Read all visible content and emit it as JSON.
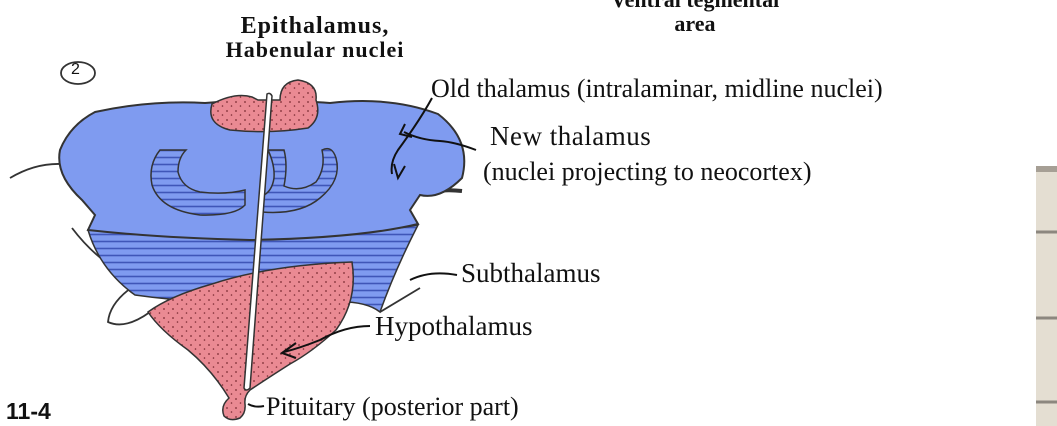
{
  "header_left": {
    "line1": "Epithalamus,",
    "line2": "Habenular nuclei"
  },
  "header_right": {
    "line1": "Ventral tegmental",
    "line2": "area"
  },
  "panel_marker": "2",
  "labels": {
    "old_thalamus": "Old thalamus (intralaminar, midline nuclei)",
    "new_thalamus": "New thalamus",
    "new_thalamus_note": "(nuclei projecting to neocortex)",
    "subthalamus": "Subthalamus",
    "hypothalamus": "Hypothalamus",
    "pituitary": "Pituitary (posterior part)"
  },
  "figure_number": "11-4",
  "colors": {
    "blue_region": "#7f9bf0",
    "hatch": "#3f56b8",
    "pink_region": "#ea8a93",
    "outline": "#333333"
  }
}
